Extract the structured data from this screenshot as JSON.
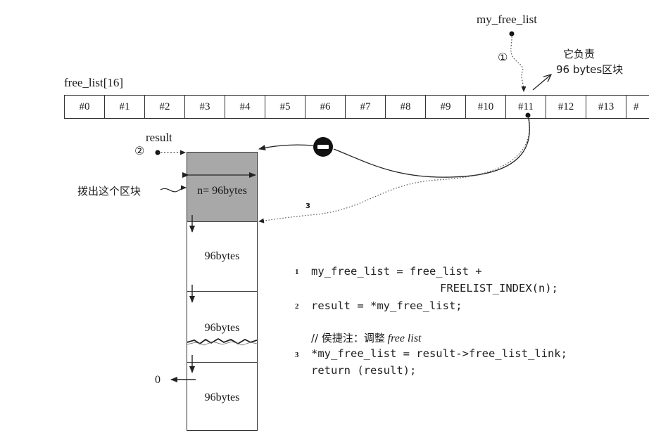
{
  "array": {
    "label": "free_list[16]",
    "cells": [
      "#0",
      "#1",
      "#2",
      "#3",
      "#4",
      "#5",
      "#6",
      "#7",
      "#8",
      "#9",
      "#10",
      "#11",
      "#12",
      "#13",
      "#"
    ]
  },
  "pointers": {
    "my_free_list": "my_free_list",
    "result": "result",
    "step1_marker": "①",
    "step2_marker": "②",
    "step3_marker": "3",
    "null_value": "0"
  },
  "annotations": {
    "responsible_line1": "它负责",
    "responsible_line2": "96 bytes区块",
    "extract_block": "拨出这个区块"
  },
  "blocks": [
    {
      "label": "n= 96bytes",
      "highlighted": true
    },
    {
      "label": "96bytes",
      "highlighted": false
    },
    {
      "label": "96bytes",
      "highlighted": false
    },
    {
      "label": "96bytes",
      "highlighted": false
    }
  ],
  "code": {
    "line1_num": "1",
    "line1": "my_free_list = free_list +",
    "line1_cont": "FREELIST_INDEX(n);",
    "line2_num": "2",
    "line2": "result = *my_free_list;",
    "comment_prefix": "// 侯捷注：调整",
    "comment_em": "free list",
    "line3_num": "3",
    "line3": "*my_free_list = result->free_list_link;",
    "line4": "return (result);"
  },
  "colors": {
    "ink": "#1a1a1a",
    "highlight_block": "#a8a8a8",
    "minus_circle": "#111111"
  }
}
